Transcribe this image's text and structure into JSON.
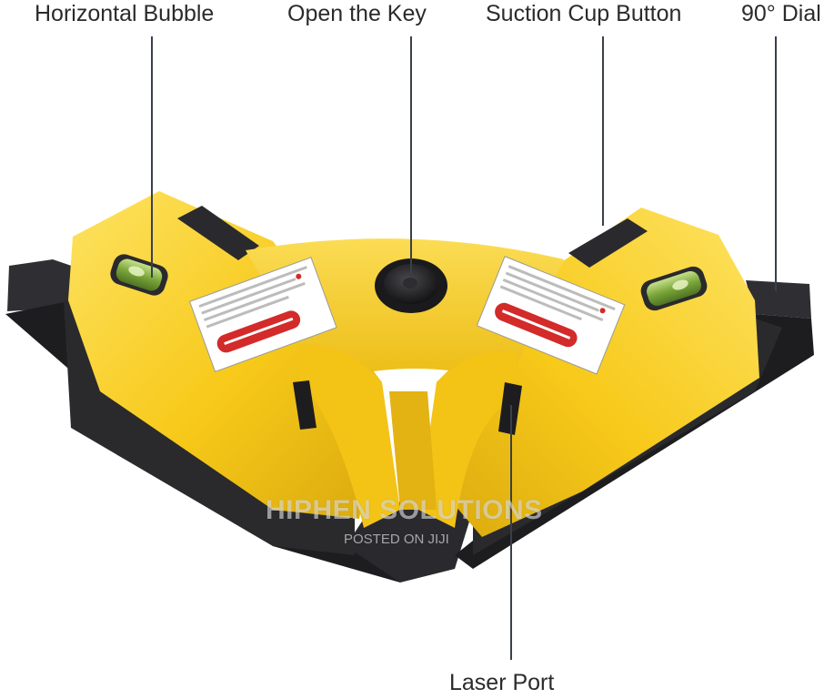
{
  "callouts": {
    "horizontal_bubble": "Horizontal Bubble",
    "open_key": "Open the Key",
    "suction_cup_button": "Suction Cup Button",
    "dial": "90° Dial",
    "laser_port": "Laser Port"
  },
  "watermark": {
    "brand": "HIPHEN SOLUTIONS",
    "posted": "POSTED ON JIJI"
  },
  "colors": {
    "body_yellow": "#f7c919",
    "body_highlight": "#fde363",
    "body_shadow": "#d9a90e",
    "base_dark": "#2f2f33",
    "base_darker": "#1d1d20",
    "label_red": "#d32a2a",
    "bubble_green": "#7aa63a",
    "leader_line": "#3a3f4a",
    "label_text": "#2b2b2b"
  }
}
